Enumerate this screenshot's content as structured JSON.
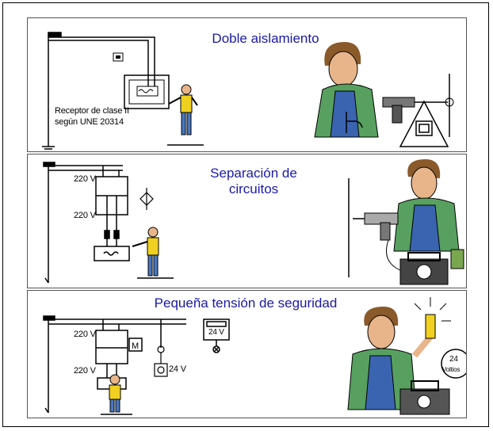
{
  "panels": [
    {
      "title": "Doble aislamiento",
      "receptor_label": "Receptor de clase II\nsegún UNE 20314"
    },
    {
      "title": "Separación de\ncircuitos",
      "voltage_top": "220 V",
      "voltage_bottom": "220 V"
    },
    {
      "title": "Pequeña tensión de seguridad",
      "voltage_top": "220 V",
      "voltage_bottom": "220 V",
      "lamp_voltage": "24 V",
      "box_voltage": "24 V",
      "badge_voltage": "24",
      "badge_unit": "Voltios"
    }
  ]
}
